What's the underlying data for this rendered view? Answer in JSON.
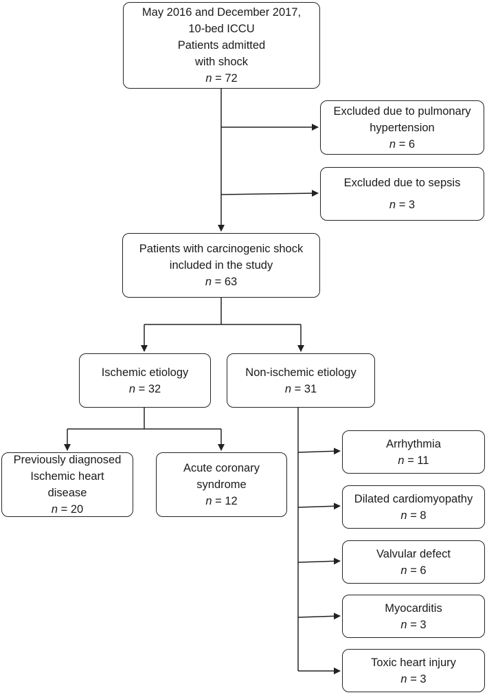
{
  "boxes": {
    "cohort": {
      "lines": [
        "May 2016 and December 2017,",
        "10-bed ICCU",
        "Patients admitted",
        "with shock"
      ],
      "n_prefix": "n",
      "n_value": "= 72"
    },
    "excluded_pulmonary": {
      "lines": [
        "Excluded due to pulmonary",
        "hypertension"
      ],
      "n_prefix": "n",
      "n_value": "= 6"
    },
    "excluded_sepsis": {
      "lines": [
        "Excluded due to sepsis"
      ],
      "n_prefix": "n",
      "n_value": "= 3"
    },
    "included": {
      "lines": [
        "Patients with carcinogenic shock",
        "included in the study"
      ],
      "n_prefix": "n",
      "n_value": "= 63"
    },
    "ischemic": {
      "lines": [
        "Ischemic etiology"
      ],
      "n_prefix": "n",
      "n_value": "= 32"
    },
    "non_ischemic": {
      "lines": [
        "Non-ischemic etiology"
      ],
      "n_prefix": "n",
      "n_value": "= 31"
    },
    "previously_ihd": {
      "lines": [
        "Previously diagnosed",
        "Ischemic heart",
        "disease"
      ],
      "n_prefix": "n",
      "n_value": "= 20"
    },
    "acs": {
      "lines": [
        "Acute coronary",
        "syndrome"
      ],
      "n_prefix": "n",
      "n_value": "= 12"
    },
    "arrhythmia": {
      "lines": [
        "Arrhythmia"
      ],
      "n_prefix": "n",
      "n_value": "= 11"
    },
    "dilated_cm": {
      "lines": [
        "Dilated cardiomyopathy"
      ],
      "n_prefix": "n",
      "n_value": "= 8"
    },
    "valvular": {
      "lines": [
        "Valvular defect"
      ],
      "n_prefix": "n",
      "n_value": "= 6"
    },
    "myocarditis": {
      "lines": [
        "Myocarditis"
      ],
      "n_prefix": "n",
      "n_value": "= 3"
    },
    "toxic": {
      "lines": [
        "Toxic heart injury"
      ],
      "n_prefix": "n",
      "n_value": "= 3"
    }
  },
  "colors": {
    "line": "#222222",
    "box_border": "#222222",
    "text": "#1a1a1a"
  }
}
